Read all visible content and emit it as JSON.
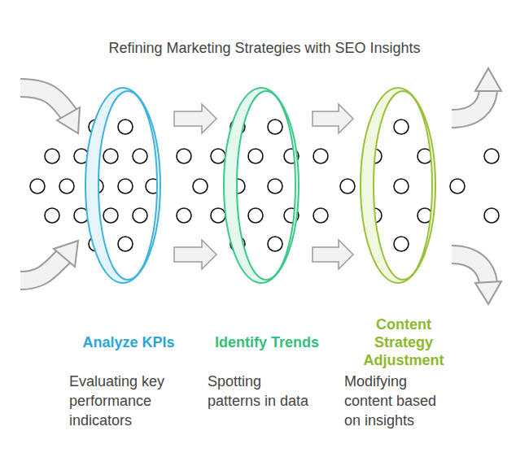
{
  "diagram": {
    "title": "Refining Marketing Strategies with SEO Insights",
    "nodes": [
      {
        "text": [
          "Analyze KPIs",
          "Evaluating key performance indicators"
        ]
      },
      {
        "text": [
          "Identify Trends",
          "Spotting patterns in data"
        ]
      },
      {
        "text": [
          "Content Strategy Adjustment",
          "Modifying content based on insights"
        ]
      }
    ],
    "edges": [
      {
        "from": 0,
        "to": 1,
        "arrow": "to"
      },
      {
        "from": 0,
        "to": 1,
        "arrow": "to"
      },
      {
        "from": 1,
        "to": 2,
        "arrow": "to"
      },
      {
        "from": 1,
        "to": 2,
        "arrow": "to"
      }
    ]
  }
}
